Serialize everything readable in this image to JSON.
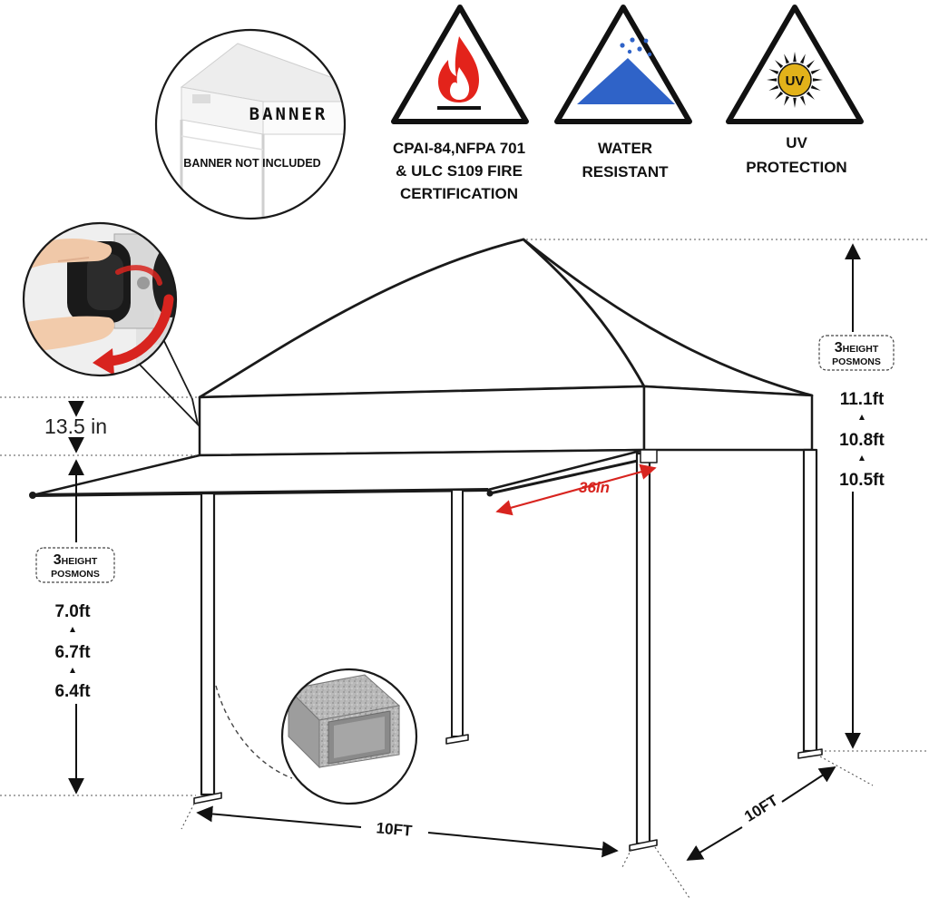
{
  "banner_inset": {
    "banner_word": "BANNER",
    "note": "BANNER NOT INCLUDED"
  },
  "certifications": [
    {
      "icon": "flame-icon",
      "lines": [
        "CPAI-84,NFPA 701",
        "& ULC S109 FIRE",
        "CERTIFICATION"
      ]
    },
    {
      "icon": "water-resistant-icon",
      "lines": [
        "WATER",
        "RESISTANT"
      ]
    },
    {
      "icon": "uv-sun-icon",
      "badge": "UV",
      "lines": [
        "UV",
        "PROTECTION"
      ]
    }
  ],
  "dimensions": {
    "valance_height": "13.5 in",
    "awning_depth": "36in",
    "width": "10FT",
    "depth": "10FT"
  },
  "peak_heights": {
    "badge_big": "3",
    "badge_line1": "HEIGHT",
    "badge_line2": "POSMONS",
    "values": [
      "11.1ft",
      "10.8ft",
      "10.5ft"
    ]
  },
  "eave_heights": {
    "badge_big": "3",
    "badge_line1": "HEIGHT",
    "badge_line2": "POSMONS",
    "values": [
      "7.0ft",
      "6.7ft",
      "6.4ft"
    ]
  },
  "colors": {
    "flame": "#e3231b",
    "water": "#2f63c8",
    "sun": "#e2b21a",
    "arrow_red": "#d8241f",
    "line": "#1a1a1a"
  }
}
